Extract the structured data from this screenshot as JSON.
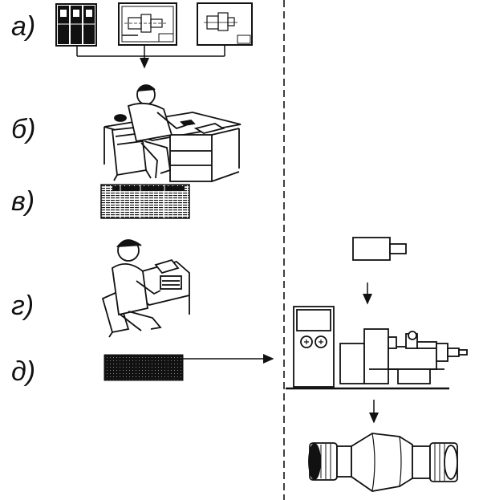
{
  "steps": [
    {
      "label": "а)",
      "icon": "documents-and-drawings"
    },
    {
      "label": "б)",
      "icon": "person-at-desk-programming"
    },
    {
      "label": "в)",
      "icon": "program-sheet"
    },
    {
      "label": "г)",
      "icon": "person-at-tape-puncher"
    },
    {
      "label": "д)",
      "icon": "punched-tape"
    }
  ],
  "right_column": [
    "raw-blank-icon",
    "cnc-lathe-icon",
    "finished-part-icon"
  ],
  "colors": {
    "ink": "#111111",
    "paper": "#ffffff"
  }
}
